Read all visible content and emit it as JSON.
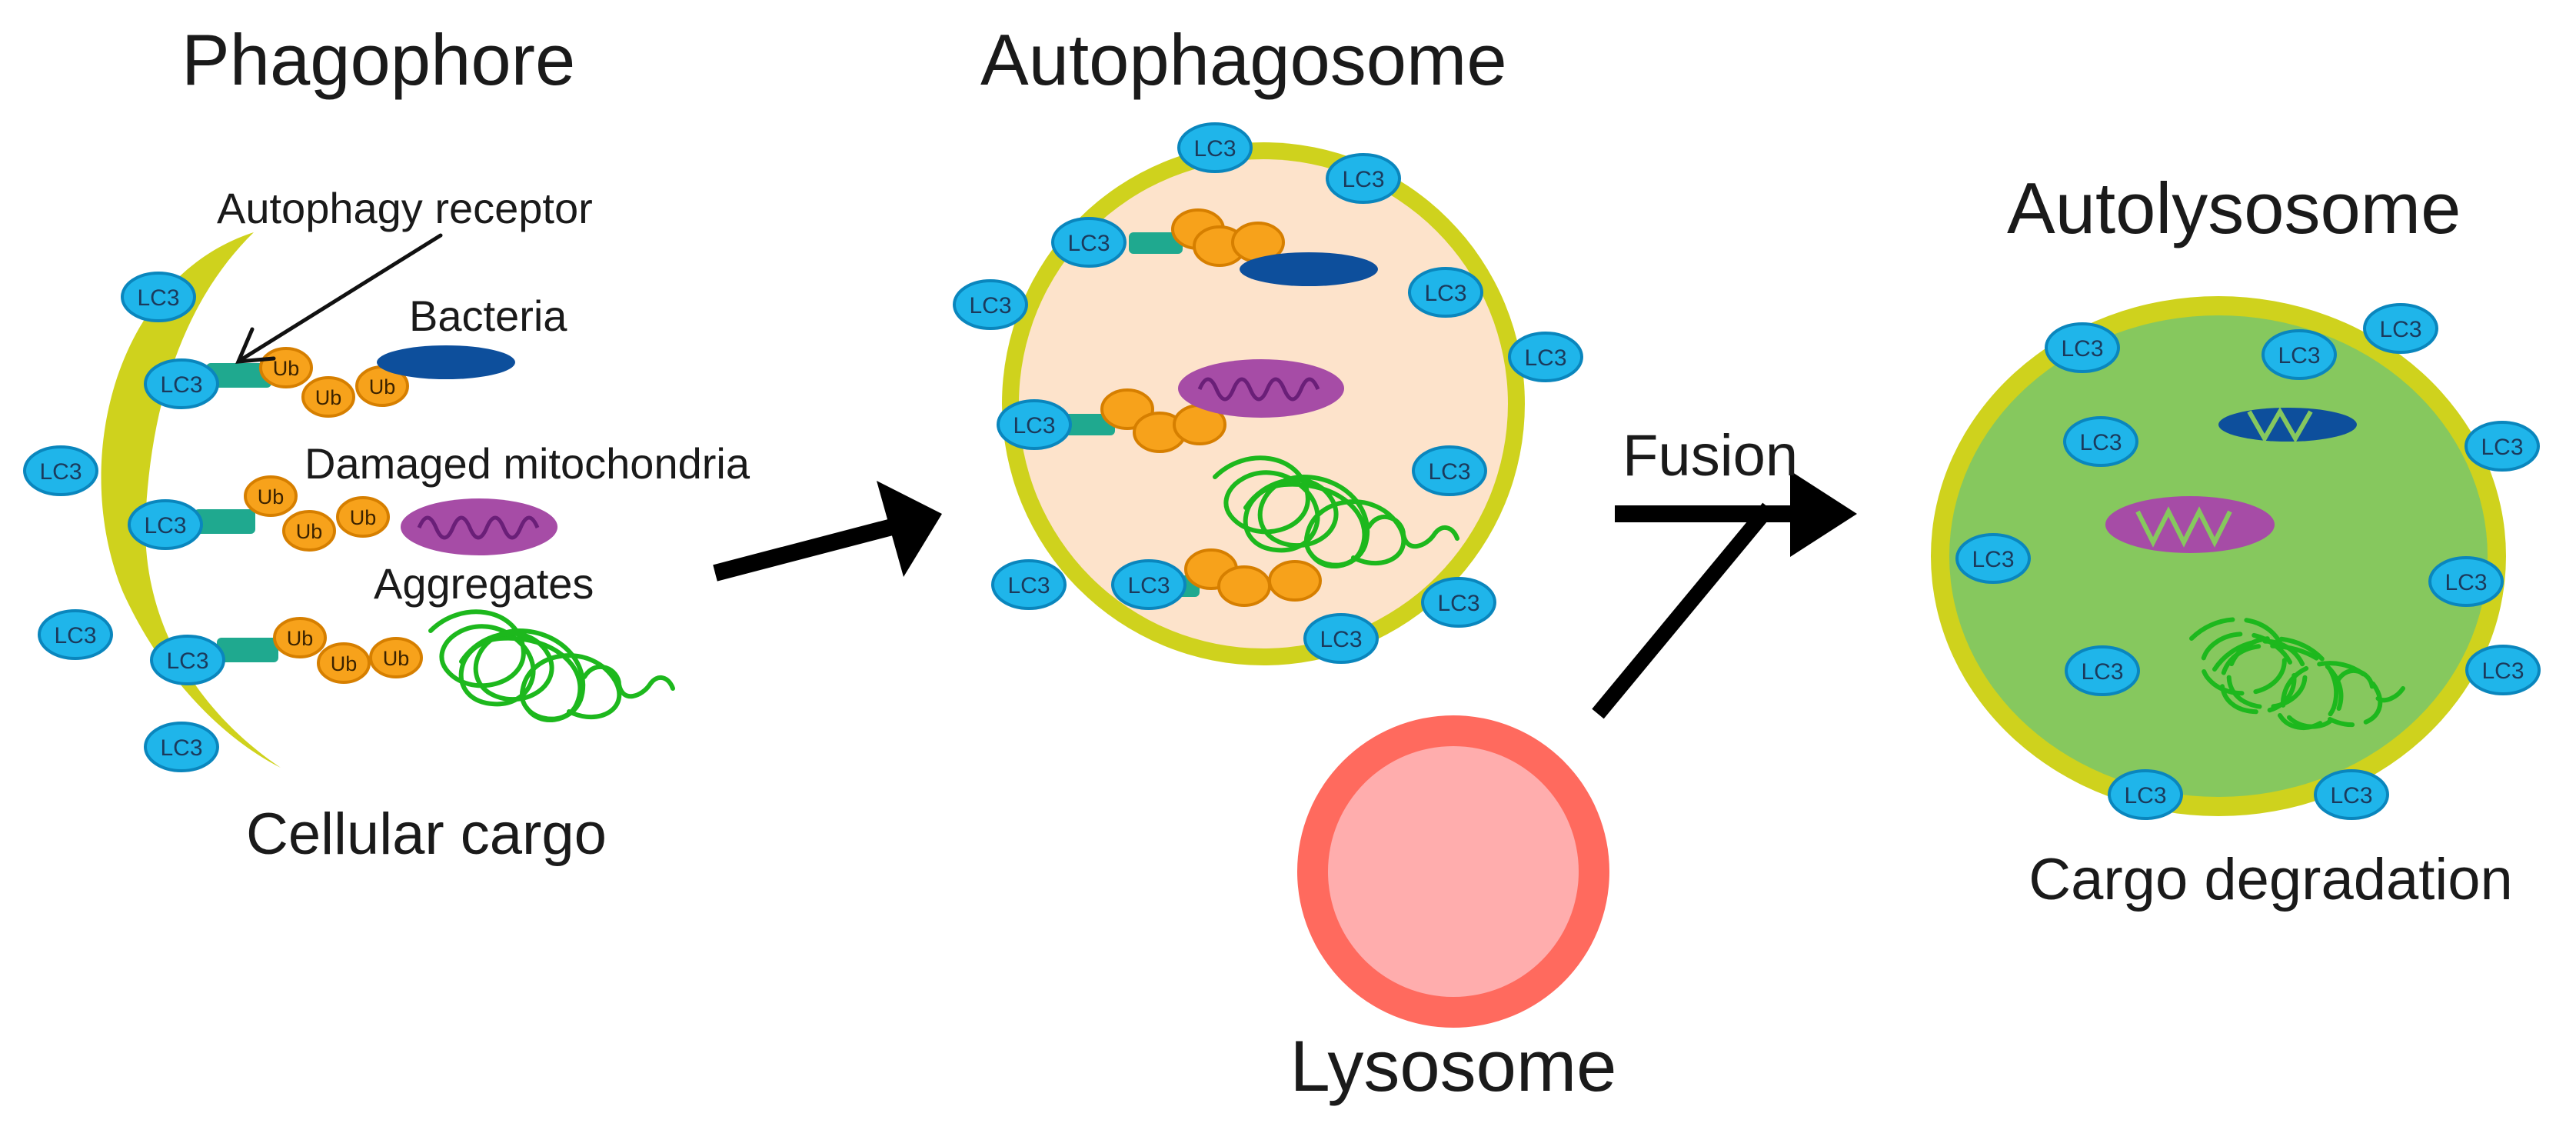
{
  "labels": {
    "phagophore": "Phagophore",
    "autophagy_receptor": "Autophagy receptor",
    "bacteria": "Bacteria",
    "damaged_mitochondria": "Damaged mitochondria",
    "aggregates": "Aggregates",
    "cellular_cargo": "Cellular cargo",
    "autophagosome": "Autophagosome",
    "fusion": "Fusion",
    "lysosome": "Lysosome",
    "autolysosome": "Autolysosome",
    "cargo_degradation": "Cargo degradation"
  },
  "markers": {
    "lc3": "LC3",
    "ub": "Ub"
  },
  "colors": {
    "membrane": "#cfd21d",
    "lc3_fill": "#1fb5ea",
    "lc3_stroke": "#0a86bd",
    "receptor_bar": "#1fa98f",
    "ubiquitin": "#f7a21b",
    "ubiquitin_stroke": "#d67f00",
    "bacteria": "#0d4f9c",
    "mitochondria": "#a64ca6",
    "mito_crista": "#6a1f78",
    "aggregate": "#1db81d",
    "autophagosome_lumen": "#fde3cb",
    "autolysosome_lumen": "#86c85e",
    "lysosome_outer": "#ff6a5e",
    "lysosome_inner": "#ffadad",
    "arrow": "#000000"
  }
}
